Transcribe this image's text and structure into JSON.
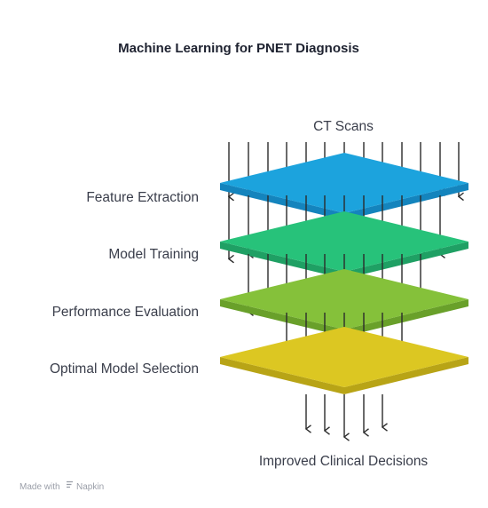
{
  "title": "Machine Learning for PNET Diagnosis",
  "input_label": "CT Scans",
  "output_label": "Improved Clinical Decisions",
  "layers": [
    {
      "label": "Feature Extraction",
      "top_color": "#1ca3dd",
      "side_color": "#1484bd"
    },
    {
      "label": "Model Training",
      "top_color": "#27c27a",
      "side_color": "#1fa064"
    },
    {
      "label": "Performance Evaluation",
      "top_color": "#85c13a",
      "side_color": "#69a02a"
    },
    {
      "label": "Optimal Model Selection",
      "top_color": "#dcc722",
      "side_color": "#b8a416"
    }
  ],
  "arrow_color": "#2b2b2b",
  "footer": {
    "made_with": "Made with",
    "brand": "Napkin"
  }
}
